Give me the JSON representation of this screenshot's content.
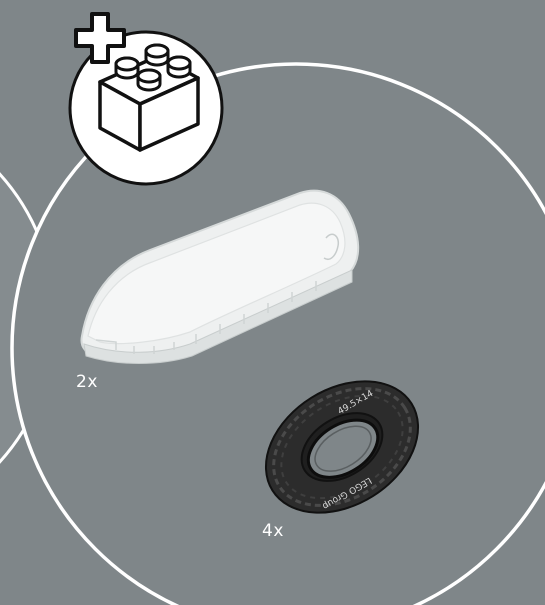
{
  "colors": {
    "background": "#7f8689",
    "circle_outline": "#ffffff",
    "ink": "#111111",
    "part_transparent": "#e9ecec",
    "tire": "#2a2a2a"
  },
  "icons": {
    "new_part_badge": "add-brick-icon"
  },
  "parts": [
    {
      "name": "transparent-curved-plate",
      "quantity_label": "2x"
    },
    {
      "name": "tire",
      "quantity_label": "4x",
      "imprint": "49.5×14",
      "brand": "LEGO Group"
    }
  ]
}
